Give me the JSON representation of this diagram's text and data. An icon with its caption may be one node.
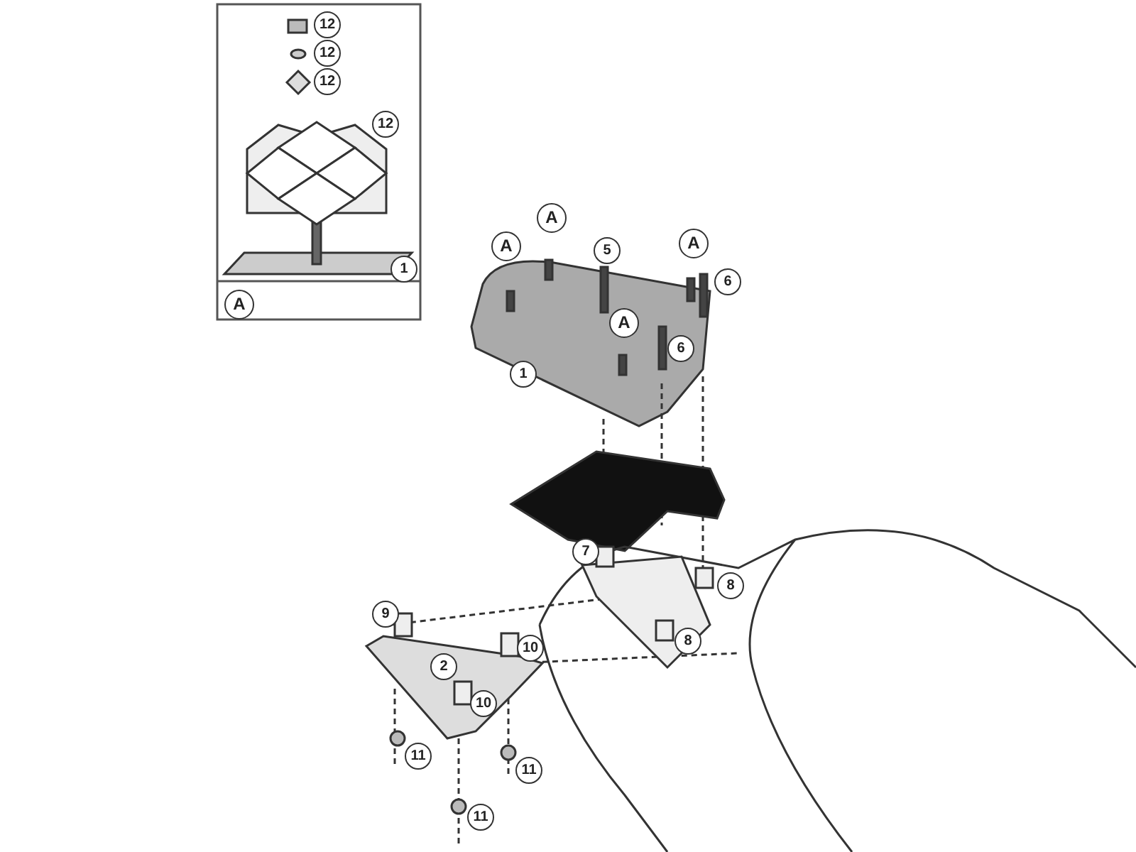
{
  "diagram": {
    "labels": [
      "12",
      "12",
      "12",
      "12",
      "1",
      "A",
      "A",
      "A",
      "5",
      "A",
      "6",
      "A",
      "6",
      "1",
      "7",
      "8",
      "9",
      "10",
      "2",
      "8",
      "10",
      "11",
      "11",
      "11"
    ]
  }
}
